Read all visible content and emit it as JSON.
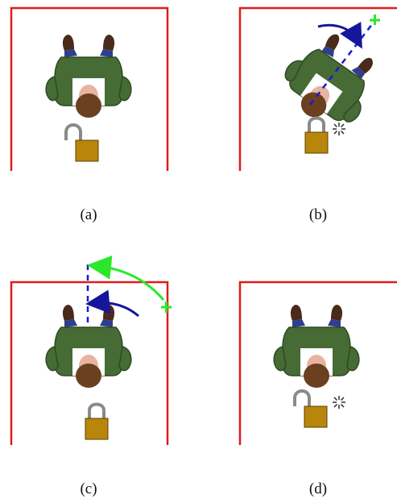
{
  "panels": [
    {
      "id": "a",
      "label": "(a)",
      "lock": "unlocked",
      "sparkle": false
    },
    {
      "id": "b",
      "label": "(b)",
      "lock": "locked",
      "sparkle": true
    },
    {
      "id": "c",
      "label": "(c)",
      "lock": "locked",
      "sparkle": false
    },
    {
      "id": "d",
      "label": "(d)",
      "lock": "unlocked",
      "sparkle": true
    }
  ],
  "colors": {
    "room_wall": "#e01b1b",
    "heading_line": "#1a1acd",
    "arrow_blue": "#16169c",
    "arrow_green": "#29e829",
    "shirt": "#466b35",
    "shirt_outline": "#2d4a22",
    "hair": "#6a4020",
    "skin": "#e8b3a0",
    "boot": "#4a2a1a",
    "lock_body": "#b8860b",
    "lock_shackle": "#8a8a8a"
  },
  "icons": [
    "person-topdown-icon",
    "padlock-icon",
    "sparkle-icon",
    "target-cross-icon"
  ]
}
